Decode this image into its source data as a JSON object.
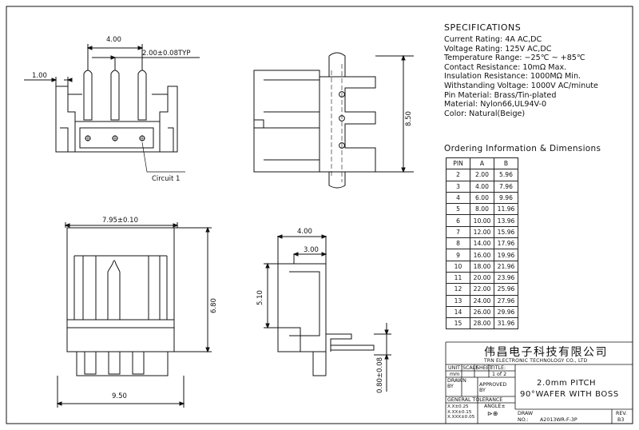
{
  "dimensions": {
    "top_width": "4.00",
    "pitch": "2.00±0.08TYP",
    "left_offset": "1.00",
    "circuit": "Circuit 1",
    "side_height": "8.50",
    "body_width": "7.95±0.10",
    "front_height": "6.80",
    "bottom_width": "9.50",
    "side_depth": "4.00",
    "side_inner": "3.00",
    "side_pin_height": "5.10",
    "pin_thickness": "0.80±0.08"
  },
  "specifications": {
    "title": "SPECIFICATIONS",
    "lines": [
      "Current Rating: 4A AC,DC",
      "Voltage Rating: 125V AC,DC",
      "Temperature Range: −25℃ ~ +85℃",
      "Contact Resistance: 10mΩ Max.",
      "Insulation Resistance: 1000MΩ Min.",
      "Withstanding Voltage: 1000V AC/minute",
      "Pin Material: Brass/Tin-plated",
      "Material: Nylon66,UL94V-0",
      "Color: Natural(Beige)"
    ]
  },
  "ordering": {
    "title": "Ordering Information & Dimensions",
    "headers": [
      "PIN",
      "A",
      "B"
    ],
    "rows": [
      [
        "2",
        "2.00",
        "5.96"
      ],
      [
        "3",
        "4.00",
        "7.96"
      ],
      [
        "4",
        "6.00",
        "9.96"
      ],
      [
        "5",
        "8.00",
        "11.96"
      ],
      [
        "6",
        "10.00",
        "13.96"
      ],
      [
        "7",
        "12.00",
        "15.96"
      ],
      [
        "8",
        "14.00",
        "17.96"
      ],
      [
        "9",
        "16.00",
        "19.96"
      ],
      [
        "10",
        "18.00",
        "21.96"
      ],
      [
        "11",
        "20.00",
        "23.96"
      ],
      [
        "12",
        "22.00",
        "25.96"
      ],
      [
        "13",
        "24.00",
        "27.96"
      ],
      [
        "14",
        "26.00",
        "29.96"
      ],
      [
        "15",
        "28.00",
        "31.96"
      ]
    ]
  },
  "title_block": {
    "company_cn": "伟昌电子科技有限公司",
    "company_en": "TRN ELECTRONIC TECHNOLOGY CO., LTD",
    "unit_label": "UNIT",
    "unit_value": "mm",
    "scale_label": "SCALE",
    "sheet_label": "SHEET",
    "sheet_value": "1 of 2",
    "title_label": "TITLE:",
    "title_line1": "2.0mm PITCH",
    "title_line2": "90°WAFER WITH BOSS",
    "drawn_by": "DRAWN BY",
    "approved_by": "APPROVED BY",
    "general_tolerance": "GENERAL TOLERANCE",
    "tol1": "X.X±0.25",
    "tol2": "X.XX±0.15",
    "tol3": "X.XXX±0.05",
    "angle": "ANGLE±",
    "draw_label": "DRAW",
    "no_label": "NO.:",
    "draw_no": "A2013WR-F-3P",
    "rev_label": "REV.",
    "rev_value": "B3"
  }
}
